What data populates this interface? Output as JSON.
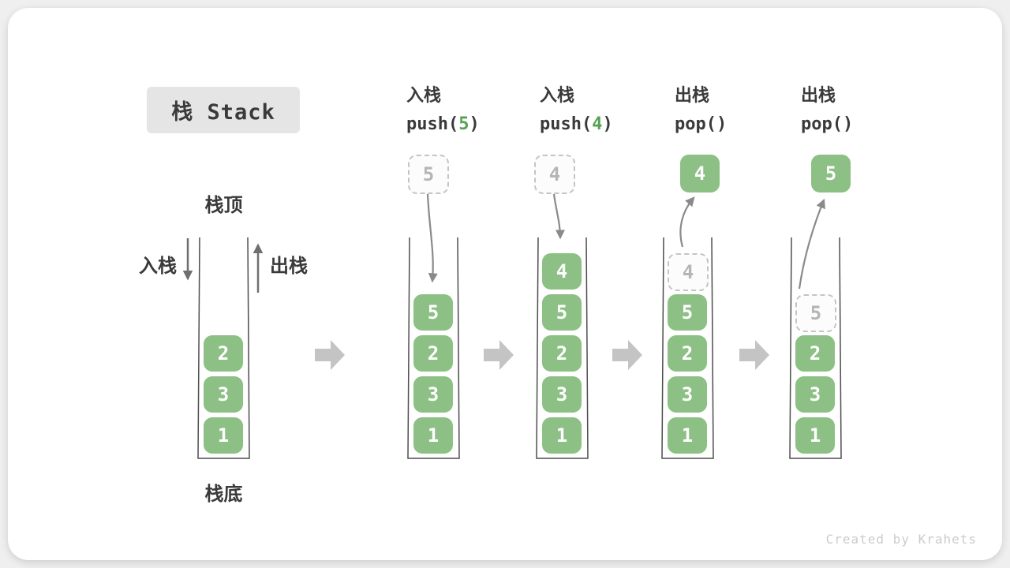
{
  "title": "栈 Stack",
  "attribution": "Created by Krahets",
  "labels": {
    "stack_top": "栈顶",
    "stack_bottom": "栈底",
    "push_side": "入栈",
    "pop_side": "出栈"
  },
  "colors": {
    "cell_green": "#8cc084",
    "arg_green": "#56a254",
    "ghost_border": "#c4c4c4",
    "ghost_text": "#b5b5b5",
    "container_stroke": "#4d4d4d",
    "curved_arrow": "#8a8a8a",
    "side_arrow": "#6f6f6f",
    "block_arrow": "#c4c4c4",
    "title_bg": "#e5e5e5"
  },
  "columns": {
    "c1": {
      "cells": [
        "2",
        "3",
        "1"
      ]
    },
    "c2": {
      "title": "入栈",
      "fn_pre": "push(",
      "fn_arg": "5",
      "fn_post": ")",
      "float": "5",
      "cells": [
        "5",
        "2",
        "3",
        "1"
      ]
    },
    "c3": {
      "title": "入栈",
      "fn_pre": "push(",
      "fn_arg": "4",
      "fn_post": ")",
      "float": "4",
      "cells": [
        "4",
        "5",
        "2",
        "3",
        "1"
      ]
    },
    "c4": {
      "title": "出栈",
      "fn": "pop()",
      "float": "4",
      "ghost": "4",
      "cells": [
        "5",
        "2",
        "3",
        "1"
      ]
    },
    "c5": {
      "title": "出栈",
      "fn": "pop()",
      "float": "5",
      "ghost": "5",
      "cells": [
        "2",
        "3",
        "1"
      ]
    }
  }
}
